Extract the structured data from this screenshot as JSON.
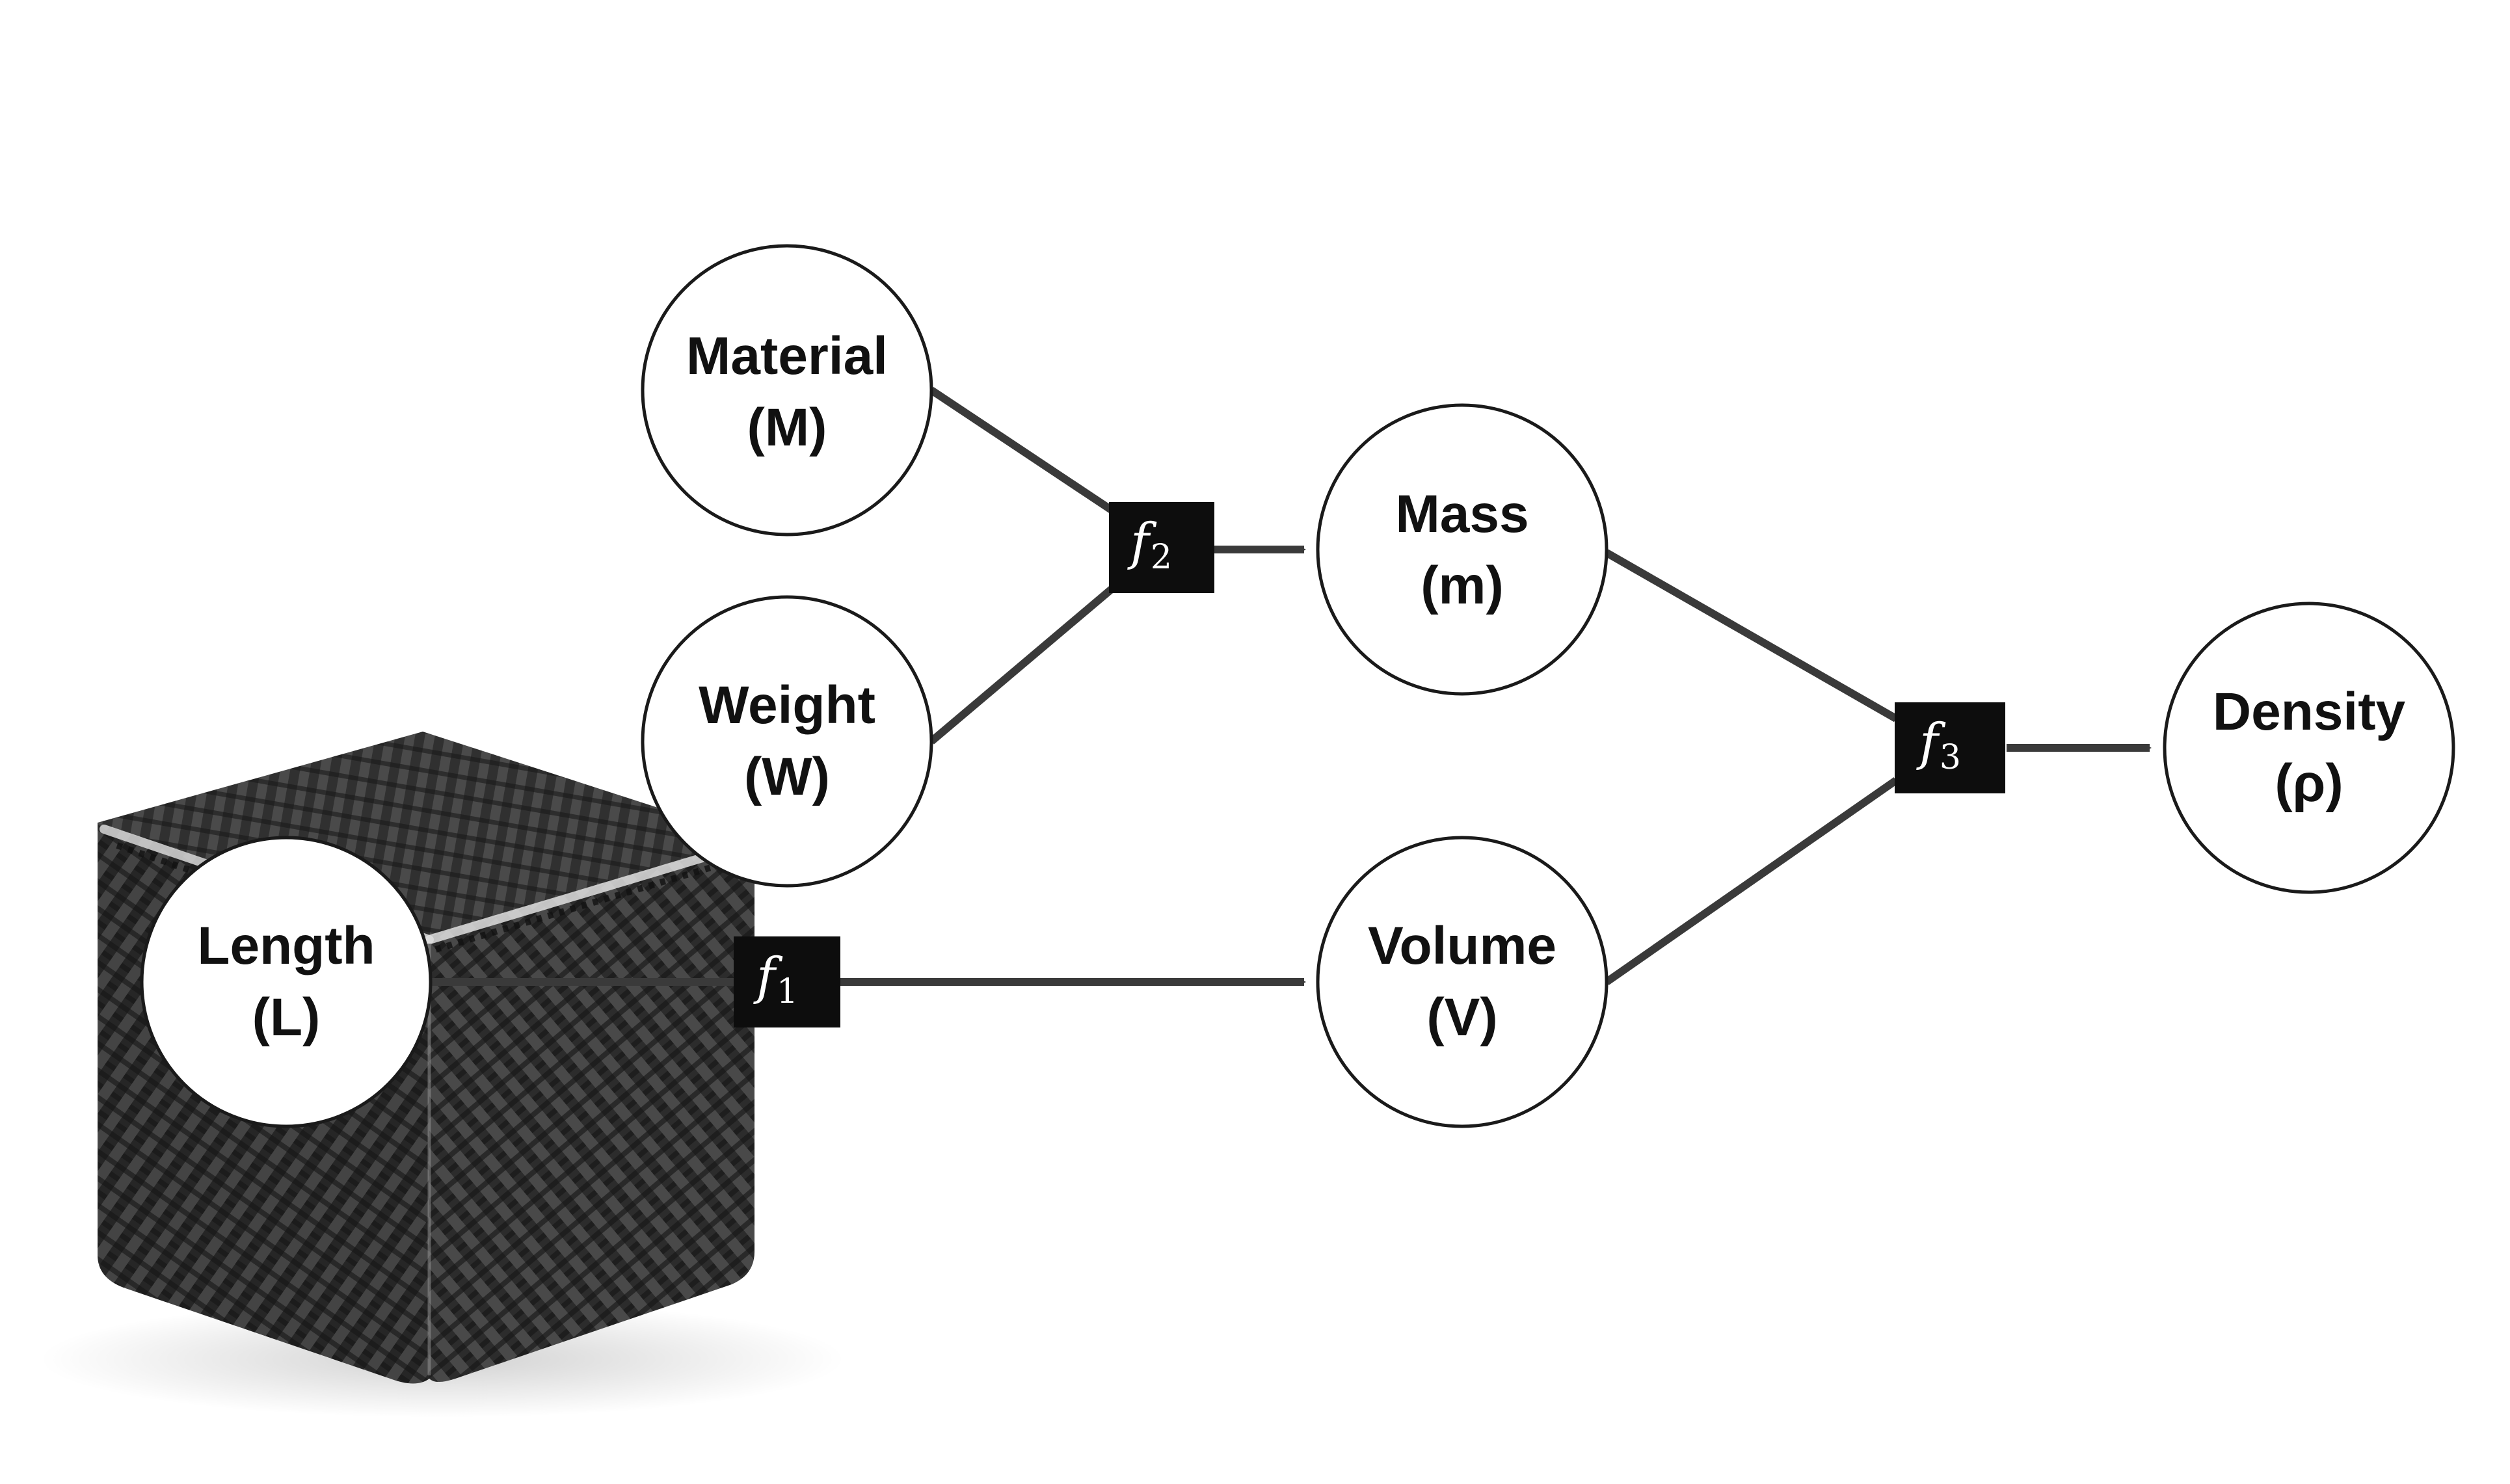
{
  "nodes": {
    "material": {
      "name": "Material",
      "symbol": "(M)"
    },
    "weight": {
      "name": "Weight",
      "symbol": "(W)"
    },
    "length": {
      "name": "Length",
      "symbol": "(L)"
    },
    "mass": {
      "name": "Mass",
      "symbol": "(m)"
    },
    "volume": {
      "name": "Volume",
      "symbol": "(V)"
    },
    "density": {
      "name": "Density",
      "symbol": "(ρ)"
    }
  },
  "factors": {
    "f1": {
      "letter": "f",
      "index": "1"
    },
    "f2": {
      "letter": "f",
      "index": "2"
    },
    "f3": {
      "letter": "f",
      "index": "3"
    }
  },
  "edges": [
    {
      "from": "length",
      "to": "f1"
    },
    {
      "from": "f1",
      "to": "volume"
    },
    {
      "from": "material",
      "to": "f2"
    },
    {
      "from": "weight",
      "to": "f2"
    },
    {
      "from": "f2",
      "to": "mass"
    },
    {
      "from": "mass",
      "to": "f3"
    },
    {
      "from": "volume",
      "to": "f3"
    },
    {
      "from": "f3",
      "to": "density"
    }
  ],
  "colors": {
    "edge": "#3a3a3a",
    "factor_box": "#0d0d0d",
    "node_stroke": "#1a1a1a",
    "node_fill": "#ffffff",
    "cube_base": "#2a2a2a",
    "cube_weave_light": "#6a6a6a",
    "cube_weave_dark": "#1c1c1c"
  },
  "image": {
    "subject": "carbon-fiber-cube"
  }
}
